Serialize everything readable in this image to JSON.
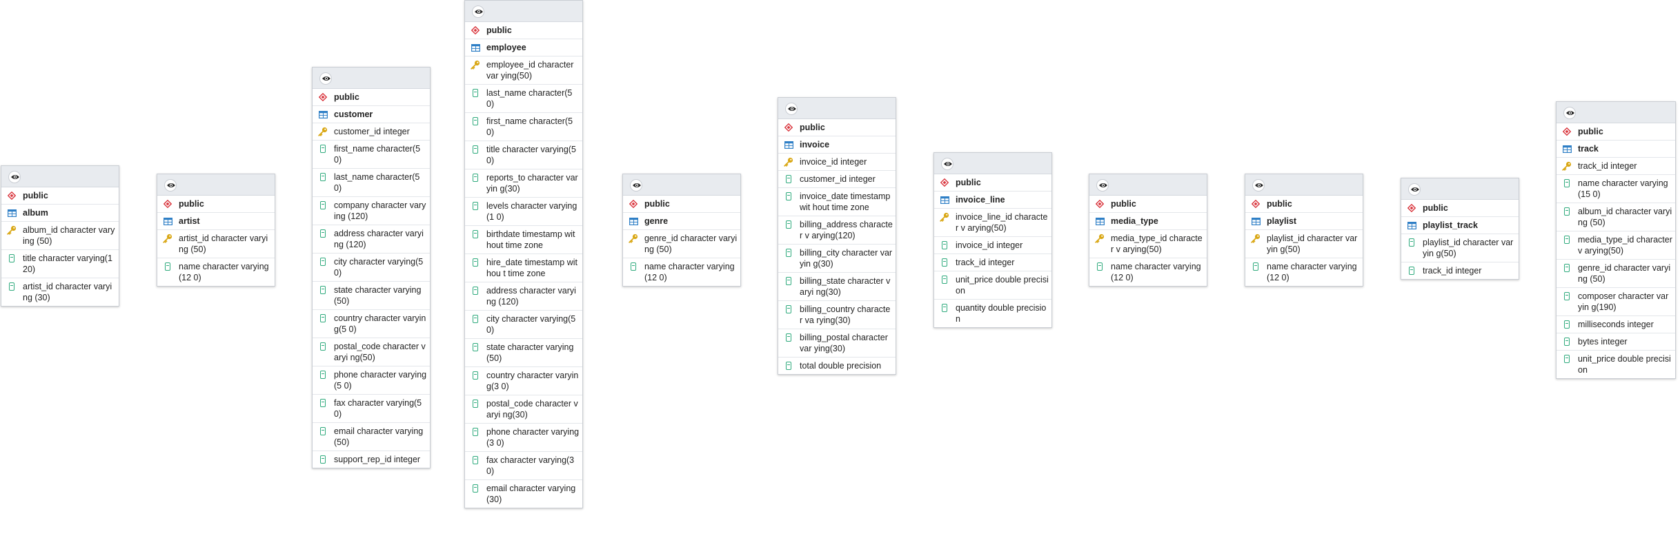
{
  "colors": {
    "header_bg": "#e8ebef",
    "schema_icon": "#d9363e",
    "table_icon": "#2f7fc6",
    "key_icon": "#d9a714",
    "column_icon": "#2eaa7c"
  },
  "tables": [
    {
      "id": "album",
      "schema": "public",
      "name": "album",
      "columns": [
        {
          "label": "album_id character varying (50)",
          "pk": true
        },
        {
          "label": "title character varying(120)",
          "pk": false
        },
        {
          "label": "artist_id character varying (30)",
          "pk": false
        }
      ]
    },
    {
      "id": "artist",
      "schema": "public",
      "name": "artist",
      "columns": [
        {
          "label": "artist_id character varying (50)",
          "pk": true
        },
        {
          "label": "name character varying(12 0)",
          "pk": false
        }
      ]
    },
    {
      "id": "customer",
      "schema": "public",
      "name": "customer",
      "columns": [
        {
          "label": "customer_id integer",
          "pk": true
        },
        {
          "label": "first_name character(50)",
          "pk": false
        },
        {
          "label": "last_name character(50)",
          "pk": false
        },
        {
          "label": "company character varying (120)",
          "pk": false
        },
        {
          "label": "address character varying (120)",
          "pk": false
        },
        {
          "label": "city character varying(50)",
          "pk": false
        },
        {
          "label": "state character varying(50)",
          "pk": false
        },
        {
          "label": "country character varying(5 0)",
          "pk": false
        },
        {
          "label": "postal_code character varyi ng(50)",
          "pk": false
        },
        {
          "label": "phone character varying(5 0)",
          "pk": false
        },
        {
          "label": "fax character varying(50)",
          "pk": false
        },
        {
          "label": "email character varying(50)",
          "pk": false
        },
        {
          "label": "support_rep_id integer",
          "pk": false
        }
      ]
    },
    {
      "id": "employee",
      "schema": "public",
      "name": "employee",
      "columns": [
        {
          "label": "employee_id character var ying(50)",
          "pk": true
        },
        {
          "label": "last_name character(50)",
          "pk": false
        },
        {
          "label": "first_name character(50)",
          "pk": false
        },
        {
          "label": "title character varying(50)",
          "pk": false
        },
        {
          "label": "reports_to character varyin g(30)",
          "pk": false
        },
        {
          "label": "levels character varying(1 0)",
          "pk": false
        },
        {
          "label": "birthdate timestamp without time zone",
          "pk": false
        },
        {
          "label": "hire_date timestamp withou t time zone",
          "pk": false
        },
        {
          "label": "address character varying (120)",
          "pk": false
        },
        {
          "label": "city character varying(50)",
          "pk": false
        },
        {
          "label": "state character varying(50)",
          "pk": false
        },
        {
          "label": "country character varying(3 0)",
          "pk": false
        },
        {
          "label": "postal_code character varyi ng(30)",
          "pk": false
        },
        {
          "label": "phone character varying(3 0)",
          "pk": false
        },
        {
          "label": "fax character varying(30)",
          "pk": false
        },
        {
          "label": "email character varying(30)",
          "pk": false
        }
      ]
    },
    {
      "id": "genre",
      "schema": "public",
      "name": "genre",
      "columns": [
        {
          "label": "genre_id character varying (50)",
          "pk": true
        },
        {
          "label": "name character varying(12 0)",
          "pk": false
        }
      ]
    },
    {
      "id": "invoice",
      "schema": "public",
      "name": "invoice",
      "columns": [
        {
          "label": "invoice_id integer",
          "pk": true
        },
        {
          "label": "customer_id integer",
          "pk": false
        },
        {
          "label": "invoice_date timestamp wit hout time zone",
          "pk": false
        },
        {
          "label": "billing_address character v arying(120)",
          "pk": false
        },
        {
          "label": "billing_city character varyin g(30)",
          "pk": false
        },
        {
          "label": "billing_state character varyi ng(30)",
          "pk": false
        },
        {
          "label": "billing_country character va rying(30)",
          "pk": false
        },
        {
          "label": "billing_postal character var ying(30)",
          "pk": false
        },
        {
          "label": "total double precision",
          "pk": false
        }
      ]
    },
    {
      "id": "invoice_line",
      "schema": "public",
      "name": "invoice_line",
      "columns": [
        {
          "label": "invoice_line_id character v arying(50)",
          "pk": true
        },
        {
          "label": "invoice_id integer",
          "pk": false
        },
        {
          "label": "track_id integer",
          "pk": false
        },
        {
          "label": "unit_price double precision",
          "pk": false
        },
        {
          "label": "quantity double precision",
          "pk": false
        }
      ]
    },
    {
      "id": "media_type",
      "schema": "public",
      "name": "media_type",
      "columns": [
        {
          "label": "media_type_id character v arying(50)",
          "pk": true
        },
        {
          "label": "name character varying(12 0)",
          "pk": false
        }
      ]
    },
    {
      "id": "playlist",
      "schema": "public",
      "name": "playlist",
      "columns": [
        {
          "label": "playlist_id character varyin g(50)",
          "pk": true
        },
        {
          "label": "name character varying(12 0)",
          "pk": false
        }
      ]
    },
    {
      "id": "playlist_track",
      "schema": "public",
      "name": "playlist_track",
      "columns": [
        {
          "label": "playlist_id character varyin g(50)",
          "pk": false
        },
        {
          "label": "track_id integer",
          "pk": false
        }
      ]
    },
    {
      "id": "track",
      "schema": "public",
      "name": "track",
      "columns": [
        {
          "label": "track_id integer",
          "pk": true
        },
        {
          "label": "name character varying(15 0)",
          "pk": false
        },
        {
          "label": "album_id character varying (50)",
          "pk": false
        },
        {
          "label": "media_type_id character v arying(50)",
          "pk": false
        },
        {
          "label": "genre_id character varying (50)",
          "pk": false
        },
        {
          "label": "composer character varyin g(190)",
          "pk": false
        },
        {
          "label": "milliseconds integer",
          "pk": false
        },
        {
          "label": "bytes integer",
          "pk": false
        },
        {
          "label": "unit_price double precision",
          "pk": false
        }
      ]
    }
  ]
}
